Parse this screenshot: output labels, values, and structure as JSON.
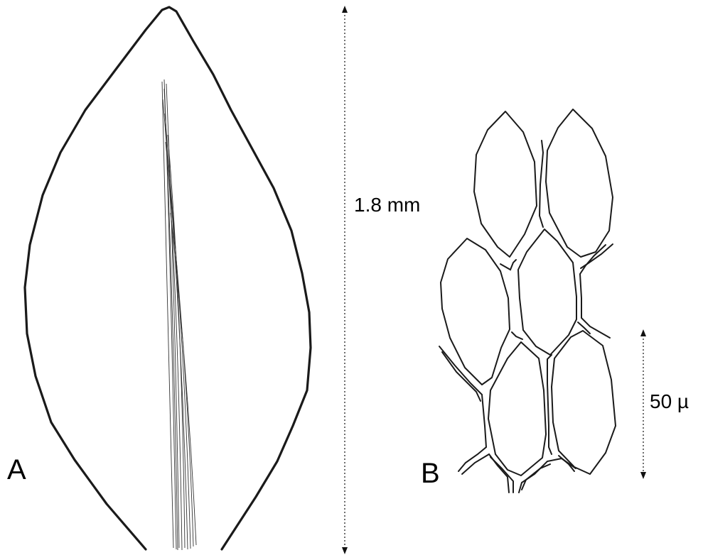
{
  "panels": {
    "a": {
      "letter": "A"
    },
    "b": {
      "letter": "B"
    }
  },
  "scales": {
    "leaf_length": "1.8 mm",
    "cell_length": "50 µ"
  }
}
